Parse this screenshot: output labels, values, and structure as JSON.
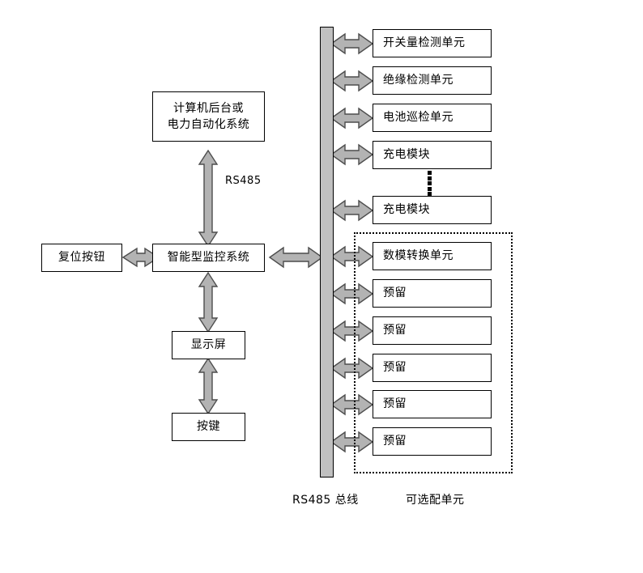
{
  "diagram": {
    "title_caption_left": "RS485 总线",
    "title_caption_right": "可选配单元",
    "bus_label": "RS485",
    "colors": {
      "arrow_fill": "#b3b3b3",
      "arrow_stroke": "#4d4d4d",
      "bus_fill": "#c0c0c0",
      "box_stroke": "#000000",
      "background": "#ffffff"
    },
    "host": {
      "line1": "计算机后台或",
      "line2": "电力自动化系统"
    },
    "controller": {
      "label": "智能型监控系统"
    },
    "reset_button": {
      "label": "复位按钮"
    },
    "display": {
      "label": "显示屏"
    },
    "keypad": {
      "label": "按键"
    },
    "bus_units": [
      {
        "label": "开关量检测单元"
      },
      {
        "label": "绝缘检测单元"
      },
      {
        "label": "电池巡检单元"
      },
      {
        "label": "充电模块"
      },
      {
        "label": "充电模块"
      }
    ],
    "optional_units": [
      {
        "label": "数模转换单元"
      },
      {
        "label": "预留"
      },
      {
        "label": "预留"
      },
      {
        "label": "预留"
      },
      {
        "label": "预留"
      },
      {
        "label": "预留"
      }
    ]
  }
}
